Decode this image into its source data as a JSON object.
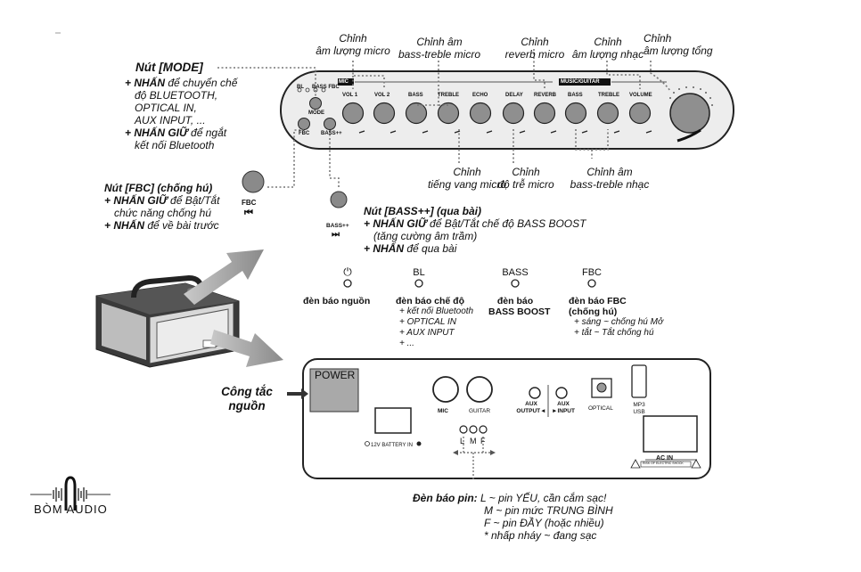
{
  "top_labels": {
    "mic_volume": [
      "Chỉnh",
      "âm lượng micro"
    ],
    "mic_bass_treble": [
      "Chỉnh âm",
      "bass-treble micro"
    ],
    "reverb_mic": [
      "Chỉnh",
      "reverb micro"
    ],
    "music_volume": [
      "Chỉnh",
      "âm lượng nhạc"
    ],
    "master_volume": [
      "Chỉnh",
      "âm lượng tổng"
    ]
  },
  "panel": {
    "mic_tag": "MIC",
    "music_tag": "MUSIC/GUITAR",
    "bl_small": "BL",
    "bass_fbc_small": "BASS FBC",
    "mode_small": "MODE",
    "fbc_small": "FBC",
    "bass_small": "BASS++",
    "knobs": [
      "VOL 1",
      "VOL 2",
      "BASS",
      "TREBLE",
      "ECHO",
      "DELAY",
      "REVERB",
      "BASS",
      "TREBLE",
      "VOLUME"
    ]
  },
  "mode": {
    "title": "Nút [MODE]",
    "lines": [
      {
        "prefix": "+ NHẤN",
        "text": " để chuyển chế"
      },
      "độ BLUETOOTH,",
      "OPTICAL IN,",
      "AUX INPUT, ...",
      {
        "prefix": "+ NHẤN GIỮ",
        "text": " để ngắt"
      },
      "kết nối Bluetooth"
    ]
  },
  "fbc": {
    "title": "Nút [FBC] (chống hú)",
    "lines": [
      {
        "prefix": "+ NHẤN GIỮ",
        "text": " để Bật/Tắt"
      },
      "chức năng chống hú",
      {
        "prefix": "+ NHẤN",
        "text": " để về bài trước"
      }
    ],
    "button_label": "FBC",
    "icon": "⏮"
  },
  "bass": {
    "title": "Nút [BASS++] (qua bài)",
    "lines": [
      {
        "prefix": "+ NHẤN GIỮ",
        "text": " để Bật/Tắt chế độ BASS BOOST"
      },
      "(tăng cường âm trầm)",
      {
        "prefix": "+ NHẤN",
        "text": " để qua bài"
      }
    ],
    "button_label": "BASS++",
    "icon": "⏭"
  },
  "lower_labels": {
    "echo_mic": [
      "Chỉnh",
      "tiếng vang micro"
    ],
    "delay_mic": [
      "Chỉnh",
      "độ trễ micro"
    ],
    "music_bass_treble": [
      "Chỉnh âm",
      "bass-treble nhạc"
    ]
  },
  "indicators": {
    "power_symbol": "⏻",
    "power": {
      "title": "đèn báo nguồn"
    },
    "bl": {
      "code": "BL",
      "title": "đèn báo chế độ",
      "items": [
        "+ kết nối Bluetooth",
        "+ OPTICAL IN",
        "+ AUX INPUT",
        "+ ..."
      ]
    },
    "bass": {
      "code": "BASS",
      "title": [
        "đèn báo",
        "BASS BOOST"
      ]
    },
    "fbc": {
      "code": "FBC",
      "title": [
        "đèn báo FBC",
        "(chống hú)"
      ],
      "items": [
        "+ sáng ~ chống hú Mở",
        "+ tắt ~ Tắt chống hú"
      ]
    }
  },
  "back_panel": {
    "power": "POWER",
    "power_callout": [
      "Công tắc",
      "nguồn"
    ],
    "battery_in": "12V BATTERY IN",
    "mic": "MIC",
    "guitar": "GUITAR",
    "battery_letters": [
      "L",
      "M",
      "F"
    ],
    "aux_output": [
      "AUX",
      "OUTPUT◄"
    ],
    "aux_input": [
      "AUX",
      "►INPUT"
    ],
    "optical": "OPTICAL",
    "mp3_usb": [
      "MP3",
      "USB"
    ],
    "ac_in": "AC IN",
    "warning": "RISK OF ELECTRIC SHOCK"
  },
  "battery_legend": {
    "title": "Đèn báo pin:",
    "lines": [
      " L ~ pin YẾU, cần cắm sạc!",
      "M ~ pin mức TRUNG BÌNH",
      "F ~ pin ĐẦY (hoặc nhiều)",
      "* nhấp nháy ~ đang sạc"
    ]
  },
  "logo": {
    "text": "BÒM AUDIO"
  }
}
